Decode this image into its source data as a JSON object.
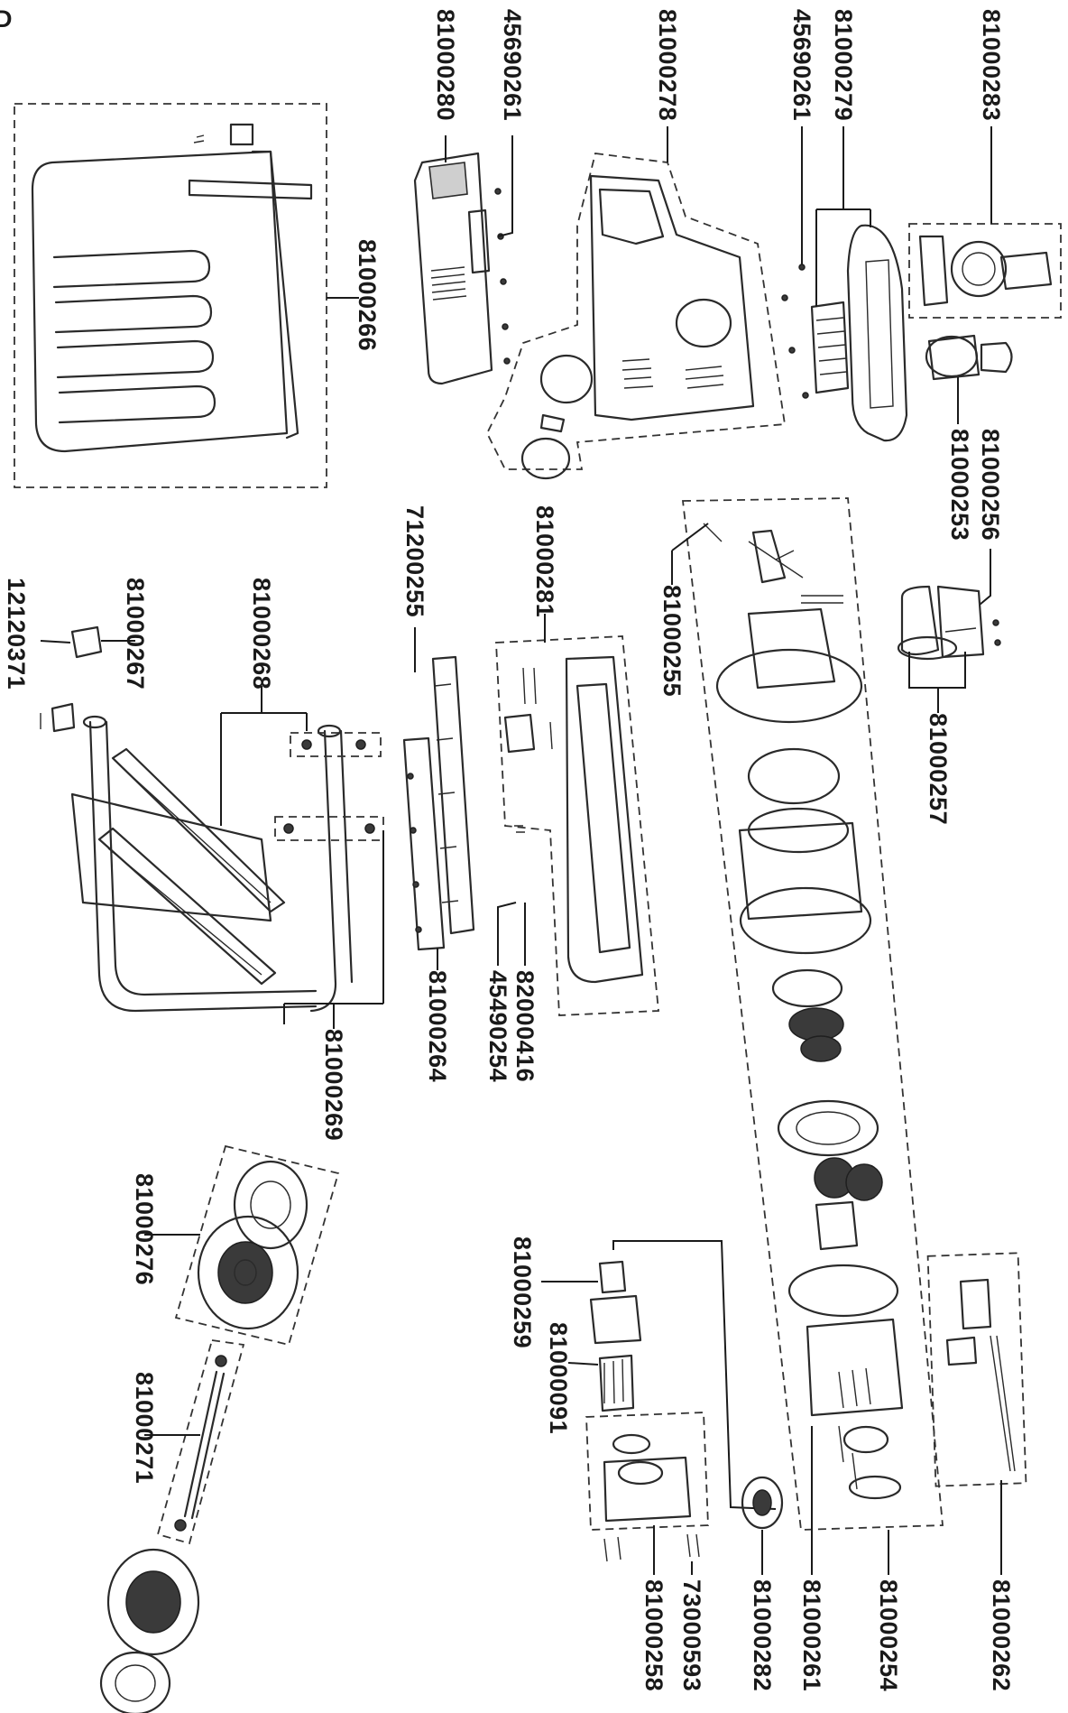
{
  "colors": {
    "line": "#2a2a2a",
    "background": "#ffffff"
  },
  "corner_mark": "D",
  "labels": {
    "p81000280": "81000280",
    "p45690261a": "45690261",
    "p81000278": "81000278",
    "p45690261b": "45690261",
    "p81000279": "81000279",
    "p81000283": "81000283",
    "p81000266": "81000266",
    "p81000256": "81000256",
    "p81000253": "81000253",
    "p71200255": "71200255",
    "p81000281": "81000281",
    "p81000255": "81000255",
    "p81000257": "81000257",
    "p81000268": "81000268",
    "p81000267": "81000267",
    "p12120371": "12120371",
    "p82000416": "82000416",
    "p45490254": "45490254",
    "p81000264": "81000264",
    "p81000269": "81000269",
    "p81000276": "81000276",
    "p81000259": "81000259",
    "p81000091": "81000091",
    "p81000271": "81000271",
    "p73000593": "73000593",
    "p81000258": "81000258",
    "p81000282": "81000282",
    "p81000261": "81000261",
    "p81000254": "81000254",
    "p81000262": "81000262"
  }
}
